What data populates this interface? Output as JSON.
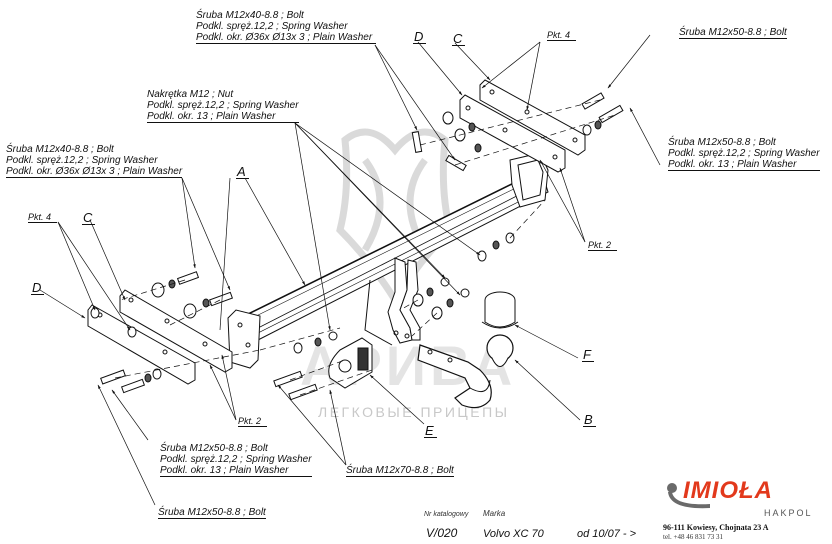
{
  "watermark": {
    "main": "АРИВА",
    "sub": "ЛЕГКОВЫЕ ПРИЦЕПЫ",
    "color": "#c8c8c8"
  },
  "callouts": {
    "top_bolt_40": [
      "Śruba M12x40-8.8 ;  Bolt",
      "Podkl. spręż.12,2 ; Spring Washer",
      "Podkl. okr.  Ø36x Ø13x 3 ; Plain Washer"
    ],
    "right_top_bolt_50": [
      "Śruba M12x50-8.8 ;  Bolt"
    ],
    "nut": [
      "Nakrętka  M12 ; Nut",
      "Podkl. spręż.12,2 ; Spring Washer",
      "Podkl. okr. 13 ; Plain Washer"
    ],
    "right_bolt_50": [
      "Śruba M12x50-8.8 ;  Bolt",
      "Podkl. spręż.12,2 ; Spring Washer",
      "Podkl. okr. 13 ; Plain Washer"
    ],
    "left_bolt_40": [
      "Śruba M12x40-8.8 ;  Bolt",
      "Podkl. spręż.12,2 ; Spring Washer",
      "Podkl. okr.  Ø36x Ø13x 3 ; Plain Washer"
    ],
    "bottom_bolt_50": [
      "Śruba M12x50-8.8 ;  Bolt",
      "Podkl. spręż.12,2 ; Spring Washer",
      "Podkl. okr. 13 ; Plain Washer"
    ],
    "bottom_bolt_70": [
      "Śruba M12x70-8.8 ;  Bolt"
    ],
    "bottom_left_bolt_50": [
      "Śruba M12x50-8.8 ;  Bolt"
    ]
  },
  "part_letters": {
    "A": "A",
    "B": "B",
    "C": "C",
    "D": "D",
    "E": "E",
    "F": "F"
  },
  "pkt": {
    "top_right_4": "Pkt. 4",
    "left_4": "Pkt. 4",
    "right_2": "Pkt. 2",
    "left_2": "Pkt. 2"
  },
  "title_block": {
    "catalog_label": "Nr katalogowy",
    "brand_label": "Marka",
    "catalog_number": "V/020",
    "vehicle": "Volvo XC 70",
    "from_date": "od  10/07 - >"
  },
  "company": {
    "logo_text": "IMIOŁA",
    "logo_sub": "HAKPOL",
    "address": "96-111 Kowiesy, Chojnata 23 A",
    "phone": "tel. +48 46 831 73 31",
    "brand_color": "#e2391c",
    "gray_color": "#6a6a6a"
  }
}
